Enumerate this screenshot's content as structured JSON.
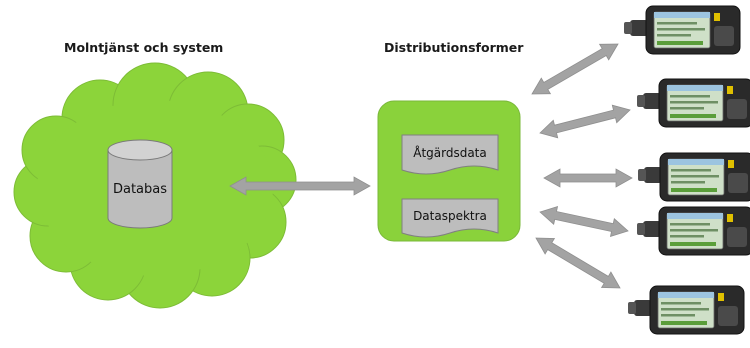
{
  "headings": {
    "cloud": "Molntjänst och system",
    "distribution": "Distributionsformer"
  },
  "database": {
    "label": "Databas"
  },
  "documents": [
    {
      "label": "Åtgärdsdata"
    },
    {
      "label": "Dataspektra"
    }
  ],
  "devices": {
    "count": 5,
    "icon": "handheld-meter-icon"
  },
  "colors": {
    "cloud_fill": "#8cd43a",
    "cloud_stroke": "#7dbc36",
    "box_fill": "#8ad23b",
    "arrow_fill": "#a3a3a3",
    "cylinder_fill": "#bdbdbd",
    "doc_fill": "#bdbdbd",
    "device_body": "#2a2a2a",
    "device_screen": "#cfe0c8"
  }
}
